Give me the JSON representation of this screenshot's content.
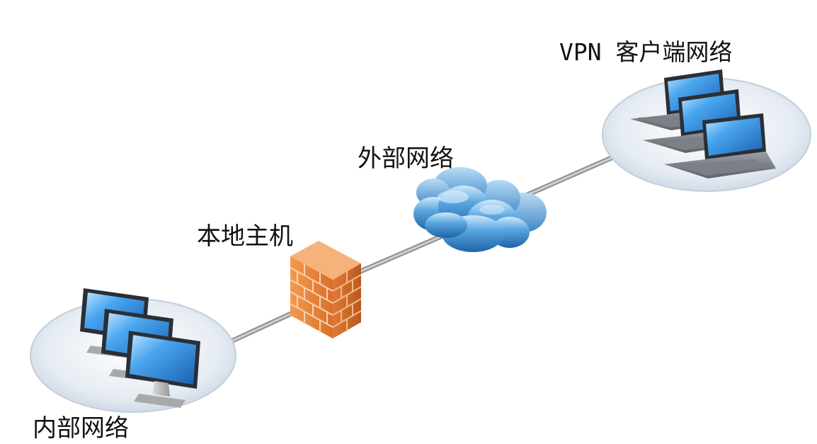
{
  "diagram": {
    "labels": {
      "vpn_client_network": "VPN 客户端网络",
      "external_network": "外部网络",
      "local_host": "本地主机",
      "internal_network": "内部网络"
    },
    "colors": {
      "link_line": "#a8a8a8",
      "firewall_brick": "#e8843a",
      "firewall_mortar": "#f6c79a",
      "cloud": "#2f7fc4",
      "monitor_screen": "#2f86d8",
      "network_ellipse": "#dde6f0"
    },
    "icons": {
      "firewall": "brick-wall-icon",
      "external": "cloud-icon",
      "internal": "desktop-computers-icon",
      "vpn_clients": "laptop-computers-icon"
    }
  }
}
